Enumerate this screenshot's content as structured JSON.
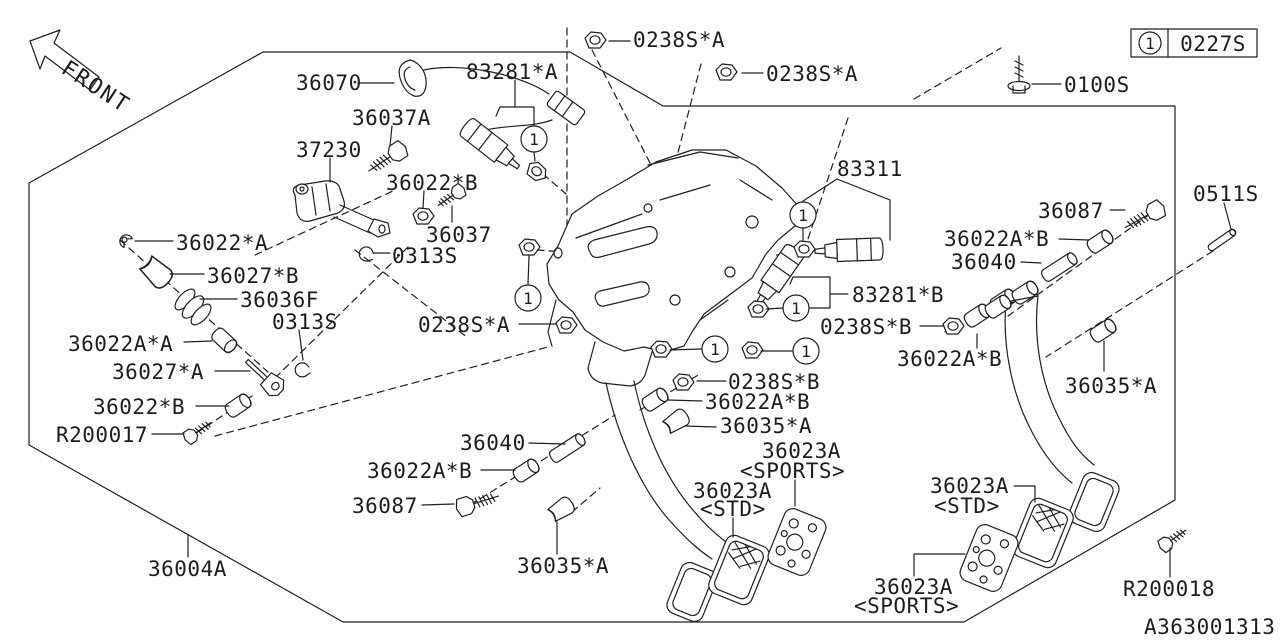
{
  "diagram": {
    "front_label": "FRONT",
    "doc_number": "A363001313",
    "callout_ref": "1",
    "legend": {
      "callout": "1",
      "code": "0227S"
    },
    "colors": {
      "line": "#1f1f1f",
      "background": "#ffffff"
    }
  },
  "labels": [
    {
      "text": "0238S*A"
    },
    {
      "text": "0238S*A"
    },
    {
      "text": "0100S"
    },
    {
      "text": "36070"
    },
    {
      "text": "83281*A"
    },
    {
      "text": "36037A"
    },
    {
      "text": "37230"
    },
    {
      "text": "36022*B"
    },
    {
      "text": "36037"
    },
    {
      "text": "0313S"
    },
    {
      "text": "83311"
    },
    {
      "text": "36022*A"
    },
    {
      "text": "36027*B"
    },
    {
      "text": "36036F"
    },
    {
      "text": "0313S"
    },
    {
      "text": "36022A*A"
    },
    {
      "text": "36027*A"
    },
    {
      "text": "36022*B"
    },
    {
      "text": "R200017"
    },
    {
      "text": "0238S*A"
    },
    {
      "text": "83281*B"
    },
    {
      "text": "0238S*B"
    },
    {
      "text": "36022A*B"
    },
    {
      "text": "36022A*B"
    },
    {
      "text": "36040"
    },
    {
      "text": "36087"
    },
    {
      "text": "0511S"
    },
    {
      "text": "36035*A"
    },
    {
      "text": "0238S*B"
    },
    {
      "text": "36022A*B"
    },
    {
      "text": "36035*A"
    },
    {
      "text": "36023A"
    },
    {
      "text": "<SPORTS>"
    },
    {
      "text": "36023A"
    },
    {
      "text": "<STD>"
    },
    {
      "text": "36040"
    },
    {
      "text": "36022A*B"
    },
    {
      "text": "36087"
    },
    {
      "text": "36035*A"
    },
    {
      "text": "36004A"
    },
    {
      "text": "36023A"
    },
    {
      "text": "<STD>"
    },
    {
      "text": "36023A"
    },
    {
      "text": "<SPORTS>"
    },
    {
      "text": "R200018"
    }
  ]
}
